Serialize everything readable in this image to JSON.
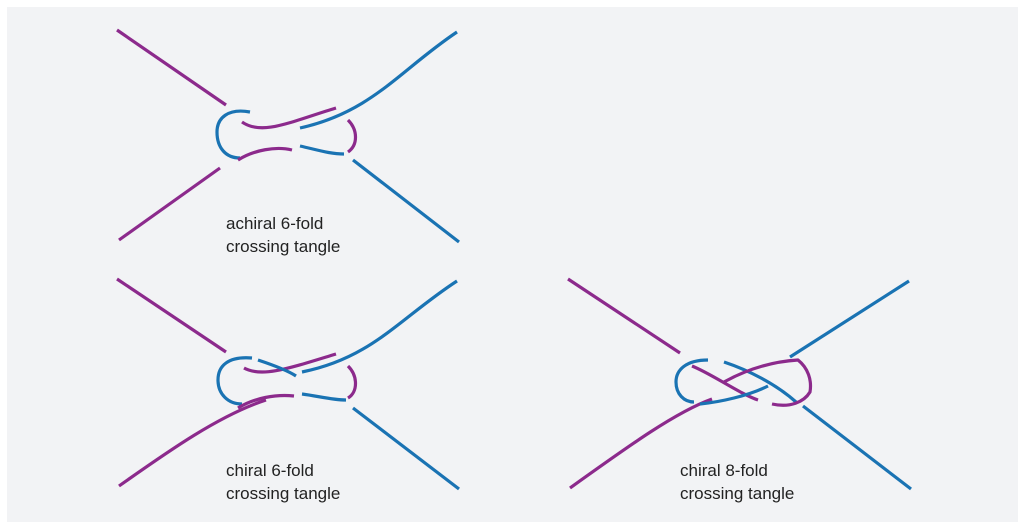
{
  "colors": {
    "background": "#f2f3f5",
    "strand_a": "#8c2a8c",
    "strand_b": "#1a73b3"
  },
  "tangles": [
    {
      "name": "tangle-achiral-6fold",
      "line1": "achiral 6-fold",
      "line2": "crossing tangle"
    },
    {
      "name": "tangle-chiral-6fold",
      "line1": "chiral 6-fold",
      "line2": "crossing tangle"
    },
    {
      "name": "tangle-chiral-8fold",
      "line1": "chiral 8-fold",
      "line2": "crossing tangle"
    }
  ]
}
